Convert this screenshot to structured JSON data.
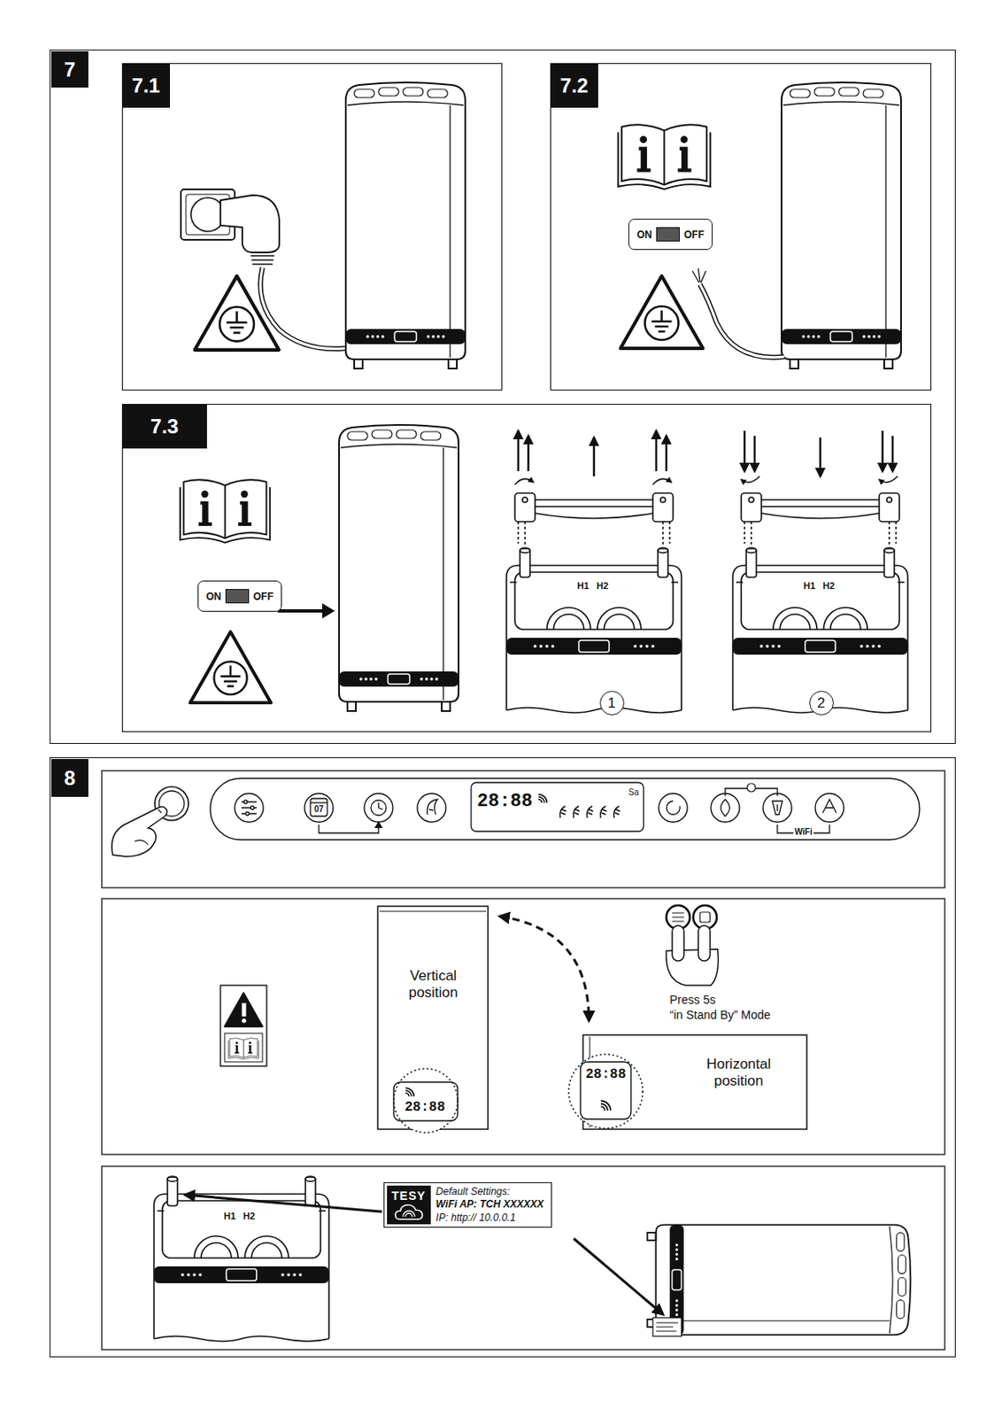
{
  "diagram": {
    "nodes": [
      {
        "text": [
          "7"
        ]
      },
      {
        "text": [
          "7.1"
        ],
        "in": 0
      },
      {
        "text": [
          "7.2"
        ],
        "in": 0
      },
      {
        "text": [
          "ON",
          "OFF"
        ],
        "in": 2
      },
      {
        "text": [
          "7.3"
        ],
        "in": 0
      },
      {
        "text": [
          "ON",
          "OFF"
        ],
        "in": 4
      },
      {
        "text": [
          "1"
        ],
        "in": 4
      },
      {
        "text": [
          "2"
        ],
        "in": 4
      },
      {
        "text": [
          "8"
        ]
      },
      {
        "text": [
          "TESY",
          "Default Settings:",
          "WiFi AP: TCH XXXXXX",
          "IP: http:// 10.0.0.1"
        ],
        "in": 8
      }
    ],
    "labels": [
      "H1",
      "H2",
      "H1",
      "H2",
      "07",
      "28:88",
      "Sa",
      "WiFi",
      "Vertical position",
      "28:88",
      "Press 5s",
      "“in Stand By” Mode",
      "Horizontal position",
      "28:88",
      "H1",
      "H2"
    ]
  }
}
